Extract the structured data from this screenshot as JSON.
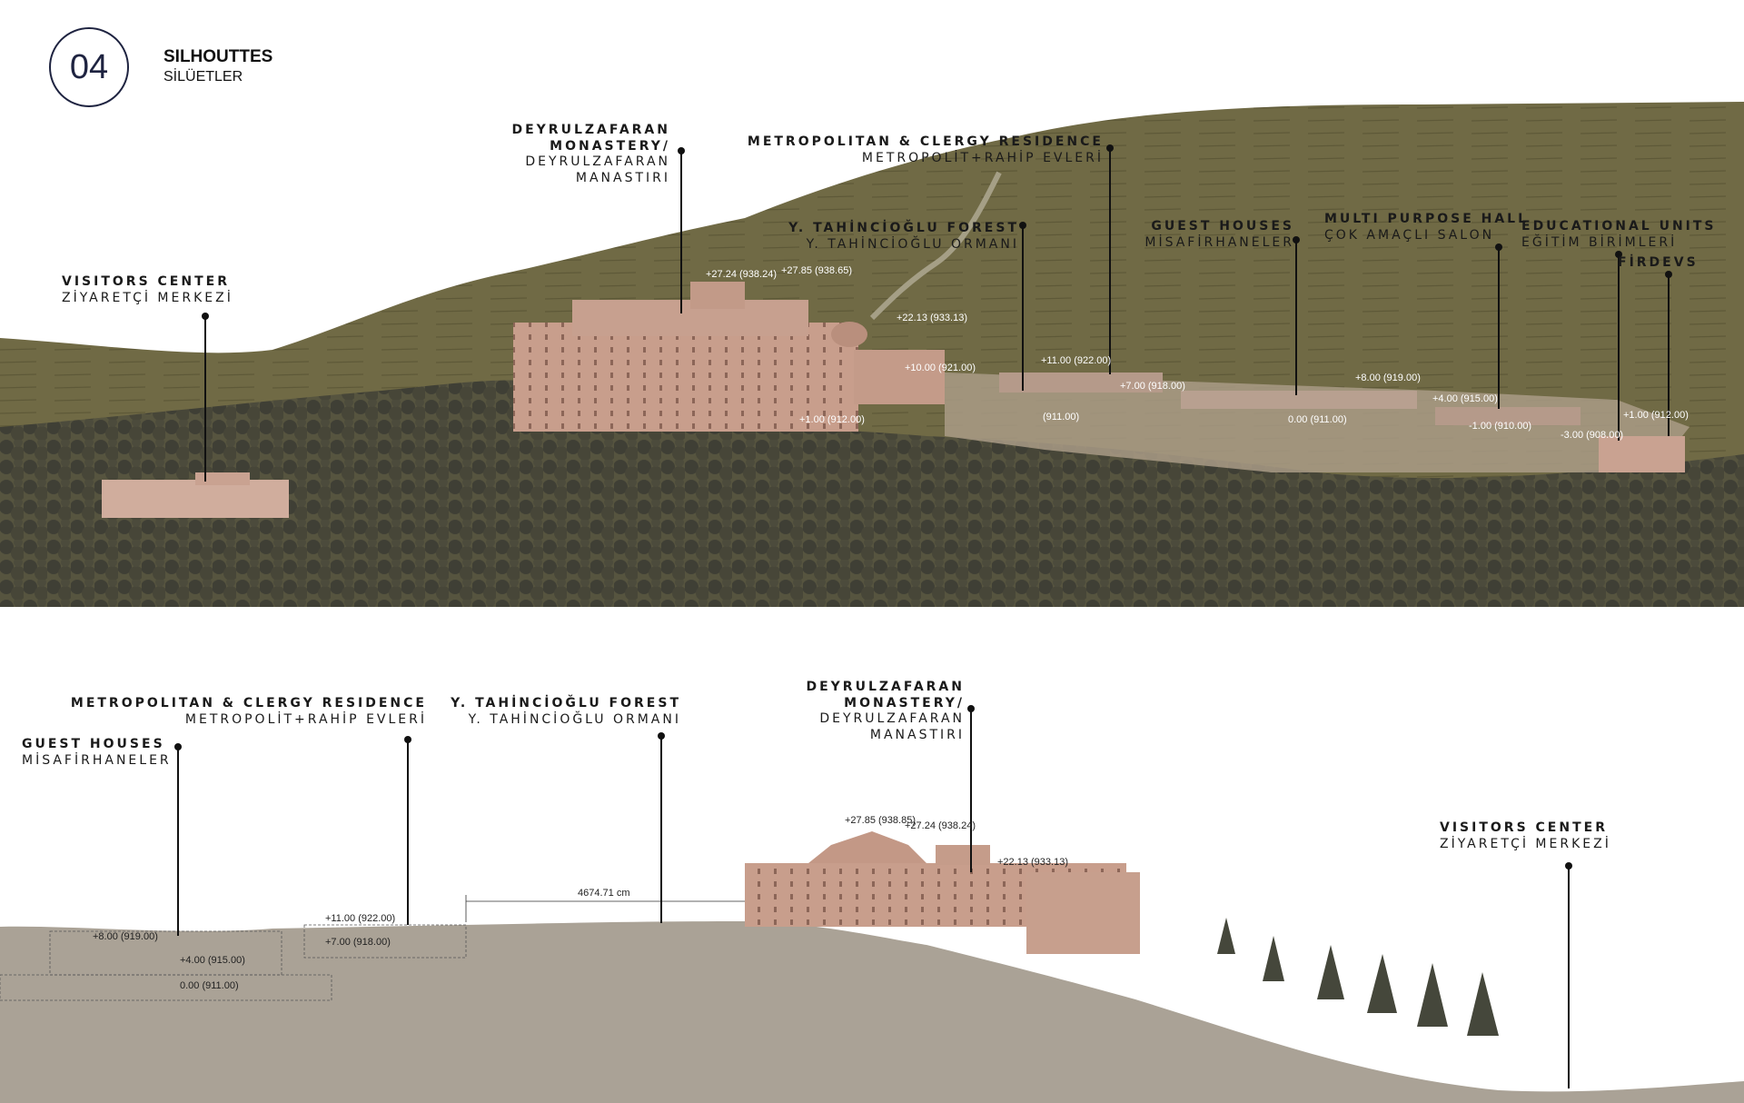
{
  "header": {
    "number": "04",
    "title": "SILHOUTTES",
    "subtitle": "SİLÜETLER"
  },
  "top_section": {
    "labels": [
      {
        "id": "visitors",
        "en": "VISITORS CENTER",
        "tr": "ZİYARETÇİ MERKEZİ"
      },
      {
        "id": "monastery",
        "en": "DEYRULZAFARAN\nMONASTERY/",
        "tr": "DEYRULZAFARAN\nMANASTIRI"
      },
      {
        "id": "metro",
        "en": "METROPOLITAN & CLERGY RESIDENCE",
        "tr": "METROPOLİT+RAHİP EVLERİ"
      },
      {
        "id": "forest",
        "en": "Y. TAHİNCİOĞLU FOREST",
        "tr": "Y. TAHİNCİOĞLU ORMANI"
      },
      {
        "id": "guest",
        "en": "GUEST HOUSES",
        "tr": "MİSAFİRHANELER"
      },
      {
        "id": "hall",
        "en": "MULTI PURPOSE HALL",
        "tr": "ÇOK AMAÇLI SALON"
      },
      {
        "id": "edu",
        "en": "EDUCATIONAL UNITS",
        "tr": "EĞİTİM BİRİMLERİ"
      },
      {
        "id": "firdevs",
        "en": "FİRDEVS",
        "tr": ""
      }
    ],
    "elevations": [
      "+27.24 (938.24)",
      "+27.85 (938.65)",
      "+22.13 (933.13)",
      "+10.00 (921.00)",
      "+11.00 (922.00)",
      "+7.00 (918.00)",
      "+1.00 (912.00)",
      "(911.00)",
      "+8.00 (919.00)",
      "+4.00 (915.00)",
      "0.00 (911.00)",
      "-1.00 (910.00)",
      "-3.00 (908.00)",
      "+1.00 (912.00)"
    ]
  },
  "bottom_section": {
    "labels": [
      {
        "id": "metro2",
        "en": "METROPOLITAN & CLERGY RESIDENCE",
        "tr": "METROPOLİT+RAHİP EVLERİ"
      },
      {
        "id": "guest2",
        "en": "GUEST HOUSES",
        "tr": "MİSAFİRHANELER"
      },
      {
        "id": "forest2",
        "en": "Y. TAHİNCİOĞLU FOREST",
        "tr": "Y. TAHİNCİOĞLU ORMANI"
      },
      {
        "id": "monastery2",
        "en": "DEYRULZAFARAN\nMONASTERY/",
        "tr": "DEYRULZAFARAN\nMANASTIRI"
      },
      {
        "id": "visitors2",
        "en": "VISITORS CENTER",
        "tr": "ZİYARETÇİ MERKEZİ"
      }
    ],
    "elevations": [
      "+8.00 (919.00)",
      "+4.00 (915.00)",
      "0.00 (911.00)",
      "+11.00 (922.00)",
      "+7.00 (918.00)",
      "+27.85 (938.85)",
      "+27.24 (938.24)",
      "+22.13 (933.13)"
    ],
    "dimension": "4674.71 cm"
  },
  "colors": {
    "hill": "#6f6a45",
    "hill_dark": "#5b563a",
    "trees": "#4a4a3e",
    "building": "#c9a291",
    "ground": "#aaa296",
    "leader": "#111111"
  }
}
